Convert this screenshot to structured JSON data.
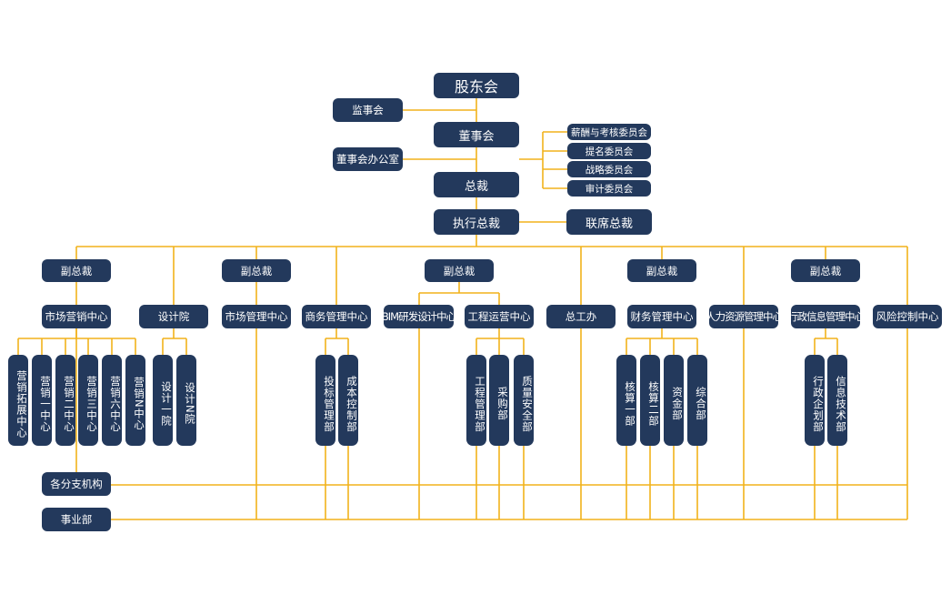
{
  "colors": {
    "box": "#23395c",
    "connector": "#f2b21b",
    "text": "#ffffff",
    "background": "#ffffff"
  },
  "org": {
    "shareholders": "股东会",
    "supervisory_board": "监事会",
    "board": "董事会",
    "board_office": "董事会办公室",
    "committees": [
      "薪酬与考核委员会",
      "提名委员会",
      "战略委员会",
      "审计委员会"
    ],
    "president": "总裁",
    "executive_president": "执行总裁",
    "co_president": "联席总裁",
    "vice_presidents": [
      "副总裁",
      "副总裁",
      "副总裁",
      "副总裁",
      "副总裁"
    ],
    "centers": {
      "marketing_center": "市场营销中心",
      "design_institute": "设计院",
      "market_mgmt": "市场管理中心",
      "business_mgmt": "商务管理中心",
      "bim_center": "BIM研发设计中心",
      "engineering_ops": "工程运营中心",
      "chief_engineer_office": "总工办",
      "finance_mgmt": "财务管理中心",
      "hr_mgmt": "人力资源管理中心",
      "admin_info_mgmt": "行政信息管理中心",
      "risk_control": "风险控制中心"
    },
    "marketing_subs": [
      "营销拓展中心",
      "营销一中心",
      "营销二中心",
      "营销三中心",
      "营销六中心",
      "营销N中心"
    ],
    "design_subs": [
      "设计一院",
      "设计N院"
    ],
    "business_subs": [
      "投标管理部",
      "成本控制部"
    ],
    "engineering_subs": [
      "工程管理部",
      "采购部",
      "质量安全部"
    ],
    "finance_subs": [
      "核算一部",
      "核算二部",
      "资金部",
      "综合部"
    ],
    "admin_subs": [
      "行政企划部",
      "信息技术部"
    ],
    "branches": "各分支机构",
    "business_units": "事业部"
  }
}
